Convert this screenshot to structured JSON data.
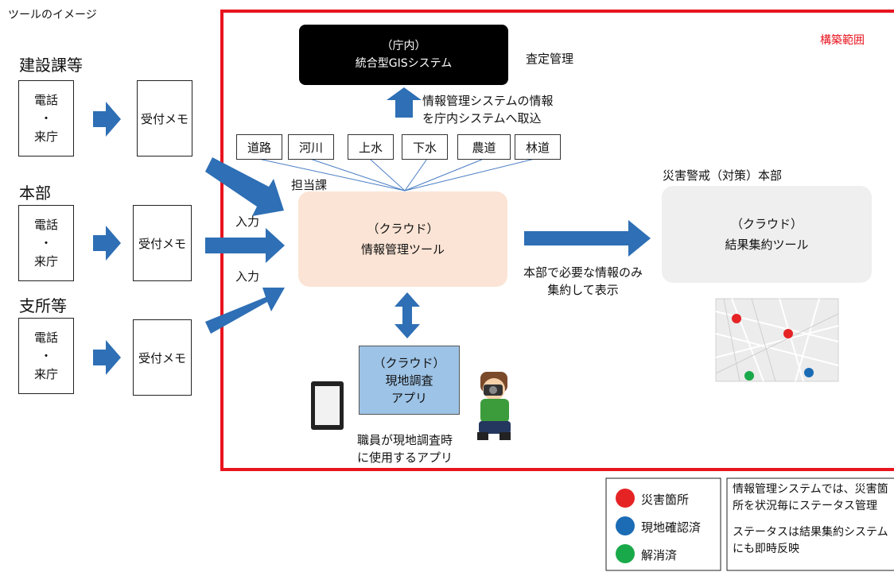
{
  "title": "ツールのイメージ",
  "scope_label": "構築範囲",
  "colors": {
    "scope_border": "#e8141e",
    "arrow": "#2e6fb5",
    "red": "#e52325",
    "blue": "#1b6cb5",
    "green": "#1aa94a",
    "cloud_tool": "#fbe4d5",
    "result_tool": "#efefef",
    "survey_app": "#9dc3e6"
  },
  "groups": [
    {
      "name": "建設課等",
      "phone": "電話",
      "dot": "・",
      "visit": "来庁",
      "memo": "受付メモ"
    },
    {
      "name": "本部",
      "phone": "電話",
      "dot": "・",
      "visit": "来庁",
      "memo": "受付メモ"
    },
    {
      "name": "支所等",
      "phone": "電話",
      "dot": "・",
      "visit": "来庁",
      "memo": "受付メモ"
    }
  ],
  "input_labels": [
    "入力",
    "入力"
  ],
  "gis": {
    "line1": "（庁内）",
    "line2": "統合型GISシステム",
    "side": "査定管理"
  },
  "import_note": {
    "line1": "情報管理システムの情報",
    "line2": "を庁内システムへ取込"
  },
  "departments": [
    "道路",
    "河川",
    "上水",
    "下水",
    "農道",
    "林道"
  ],
  "dept_caption": "担当課",
  "info_tool": {
    "line1": "（クラウド）",
    "line2": "情報管理ツール"
  },
  "hq_note": {
    "line1": "本部で必要な情報のみ",
    "line2": "集約して表示"
  },
  "hq_title": "災害警戒（対策）本部",
  "result_tool": {
    "line1": "（クラウド）",
    "line2": "結果集約ツール"
  },
  "survey_app": {
    "line1": "（クラウド）",
    "line2": "現地調査",
    "line3": "アプリ"
  },
  "staff_note": {
    "line1": "職員が現地調査時",
    "line2": "に使用するアプリ"
  },
  "legend": [
    {
      "label": "災害箇所",
      "color": "#e52325"
    },
    {
      "label": "現地確認済",
      "color": "#1b6cb5"
    },
    {
      "label": "解消済",
      "color": "#1aa94a"
    }
  ],
  "status_note": {
    "line1": "情報管理システムでは、災害箇",
    "line2": "所を状況毎にステータス管理",
    "line3": "ステータスは結果集約システム",
    "line4": "にも即時反映"
  }
}
